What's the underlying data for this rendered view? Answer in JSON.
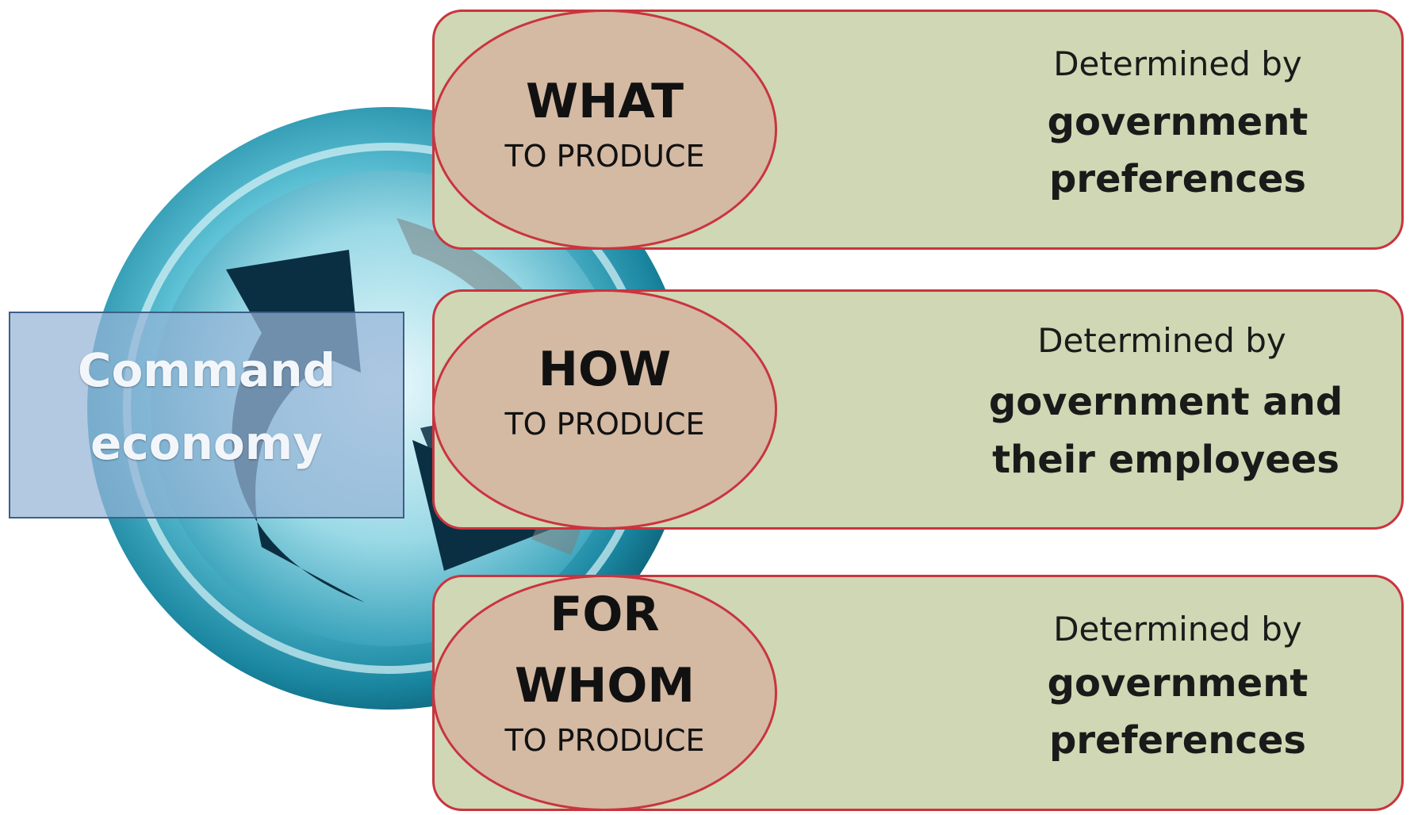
{
  "center": {
    "line1": "Command",
    "line2": "economy"
  },
  "rows": [
    {
      "question_main": [
        "WHAT"
      ],
      "question_sub": "TO PRODUCE",
      "determined": "Determined by",
      "answer": [
        "government",
        "preferences"
      ]
    },
    {
      "question_main": [
        "HOW"
      ],
      "question_sub": "TO PRODUCE",
      "determined": "Determined by",
      "answer": [
        "government and",
        "their employees"
      ]
    },
    {
      "question_main": [
        "FOR",
        "WHOM"
      ],
      "question_sub": "TO PRODUCE",
      "determined": "Determined by",
      "answer": [
        "government",
        "preferences"
      ]
    }
  ],
  "colors": {
    "row_fill": "#cfd7b4",
    "row_border": "#c9343e",
    "circle_dark": "#0f6f87",
    "circle_light": "#5fc2d6",
    "arrow": "#0b2f42",
    "center_box": "#96b4d7"
  }
}
